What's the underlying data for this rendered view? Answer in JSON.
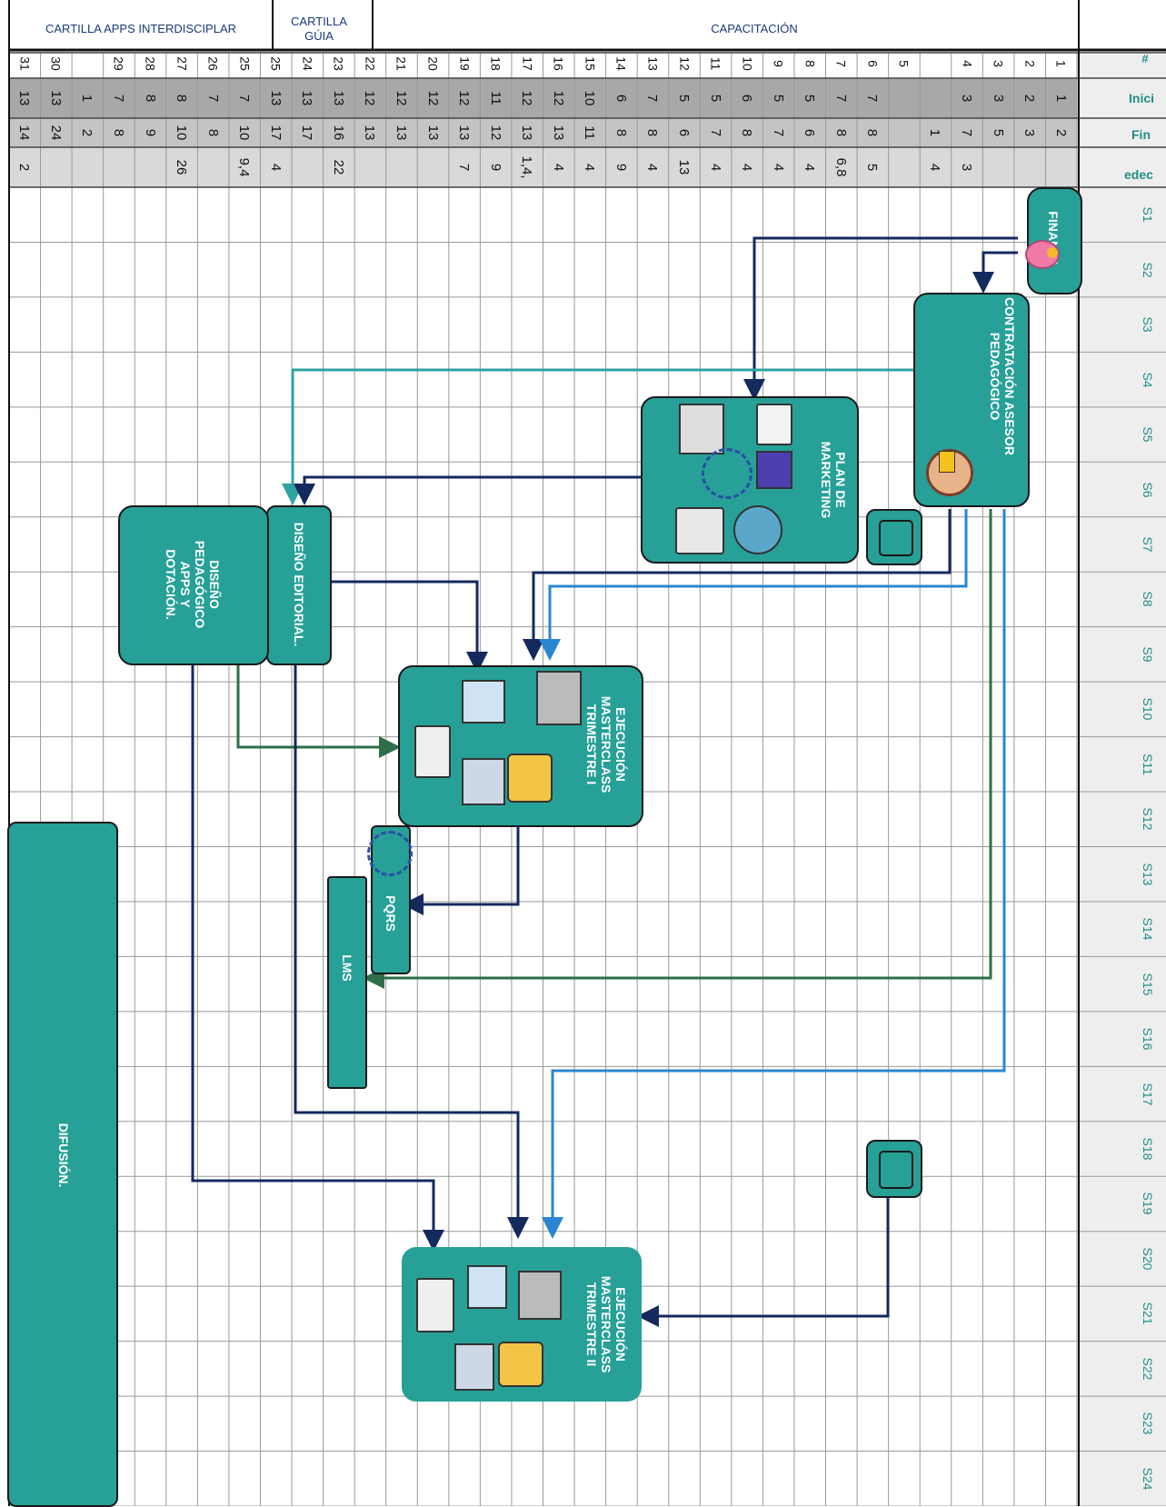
{
  "header": {
    "cartilla_apps": "CARTILLA APPS INTERDISCIPLAR",
    "cartilla_guia": "CARTILLA\nGÚIA",
    "capacitacion": "CAPACITACIÓN",
    "hash": "#"
  },
  "row_labels": {
    "inicio": "Inici",
    "fin": "Fin",
    "predecesoras": "edec"
  },
  "columns": [
    {
      "num": "1",
      "inicio": "1",
      "fin": "2",
      "pred": ""
    },
    {
      "num": "2",
      "inicio": "2",
      "fin": "3",
      "pred": ""
    },
    {
      "num": "3",
      "inicio": "3",
      "fin": "5",
      "pred": ""
    },
    {
      "num": "4",
      "inicio": "3",
      "fin": "7",
      "pred": "3"
    },
    {
      "num": "",
      "inicio": "",
      "fin": "1",
      "pred": "4"
    },
    {
      "num": "5",
      "inicio": "",
      "fin": "",
      "pred": ""
    },
    {
      "num": "6",
      "inicio": "7",
      "fin": "8",
      "pred": "5"
    },
    {
      "num": "7",
      "inicio": "7",
      "fin": "8",
      "pred": "6,8"
    },
    {
      "num": "8",
      "inicio": "5",
      "fin": "6",
      "pred": "4"
    },
    {
      "num": "9",
      "inicio": "5",
      "fin": "7",
      "pred": "4"
    },
    {
      "num": "10",
      "inicio": "6",
      "fin": "8",
      "pred": "4"
    },
    {
      "num": "11",
      "inicio": "5",
      "fin": "7",
      "pred": "4"
    },
    {
      "num": "12",
      "inicio": "5",
      "fin": "6",
      "pred": "13"
    },
    {
      "num": "13",
      "inicio": "7",
      "fin": "8",
      "pred": "4"
    },
    {
      "num": "14",
      "inicio": "6",
      "fin": "8",
      "pred": "9"
    },
    {
      "num": "15",
      "inicio": "10",
      "fin": "11",
      "pred": "4"
    },
    {
      "num": "16",
      "inicio": "12",
      "fin": "13",
      "pred": "4"
    },
    {
      "num": "17",
      "inicio": "12",
      "fin": "13",
      "pred": "1,4,"
    },
    {
      "num": "18",
      "inicio": "11",
      "fin": "12",
      "pred": "9"
    },
    {
      "num": "19",
      "inicio": "12",
      "fin": "13",
      "pred": "7"
    },
    {
      "num": "20",
      "inicio": "12",
      "fin": "13",
      "pred": ""
    },
    {
      "num": "21",
      "inicio": "12",
      "fin": "13",
      "pred": ""
    },
    {
      "num": "22",
      "inicio": "12",
      "fin": "13",
      "pred": ""
    },
    {
      "num": "23",
      "inicio": "13",
      "fin": "16",
      "pred": "22"
    },
    {
      "num": "24",
      "inicio": "13",
      "fin": "17",
      "pred": ""
    },
    {
      "num": "25",
      "inicio": "13",
      "fin": "17",
      "pred": "4"
    },
    {
      "num": "25",
      "inicio": "7",
      "fin": "10",
      "pred": "9,4"
    },
    {
      "num": "26",
      "inicio": "7",
      "fin": "8",
      "pred": ""
    },
    {
      "num": "27",
      "inicio": "8",
      "fin": "10",
      "pred": "26"
    },
    {
      "num": "28",
      "inicio": "8",
      "fin": "9",
      "pred": ""
    },
    {
      "num": "29",
      "inicio": "7",
      "fin": "8",
      "pred": ""
    },
    {
      "num": "",
      "inicio": "1",
      "fin": "2",
      "pred": ""
    },
    {
      "num": "30",
      "inicio": "13",
      "fin": "24",
      "pred": ""
    },
    {
      "num": "31",
      "inicio": "13",
      "fin": "14",
      "pred": "2"
    }
  ],
  "weeks": [
    "S1",
    "S2",
    "S3",
    "S4",
    "S5",
    "S6",
    "S7",
    "S8",
    "S9",
    "S10",
    "S11",
    "S12",
    "S13",
    "S14",
    "S15",
    "S16",
    "S17",
    "S18",
    "S19",
    "S20",
    "S21",
    "S22",
    "S23",
    "S24"
  ],
  "tasks": {
    "finanza": "FINANZA",
    "contratacion": "CONTRATACIÓN ASESOR\nPEDAGÓGICO",
    "marketing": "PLAN DE\nMARKETING",
    "diseno_editorial": "DISEÑO EDITORIAL.",
    "diseno_pedagogico": "DISEÑO\nPEDAGÓGICO\nAPPS Y\nDOTACIÓN.",
    "masterclass1": "EJECUCIÓN\nMASTERCLASS\nTRIMESTRE I",
    "pqrs": "PQRS",
    "lms": "LMS",
    "difusion": "DIFUSIÓN.",
    "masterclass2": "EJECUCIÓN\nMASTERCLASS\nTRIMESTRE II"
  },
  "colors": {
    "task_fill": "#27a097",
    "arrow_navy": "#14295e",
    "arrow_teal": "#2fa3a0",
    "arrow_green": "#2e6e4a",
    "arrow_blue": "#2a86d0"
  }
}
